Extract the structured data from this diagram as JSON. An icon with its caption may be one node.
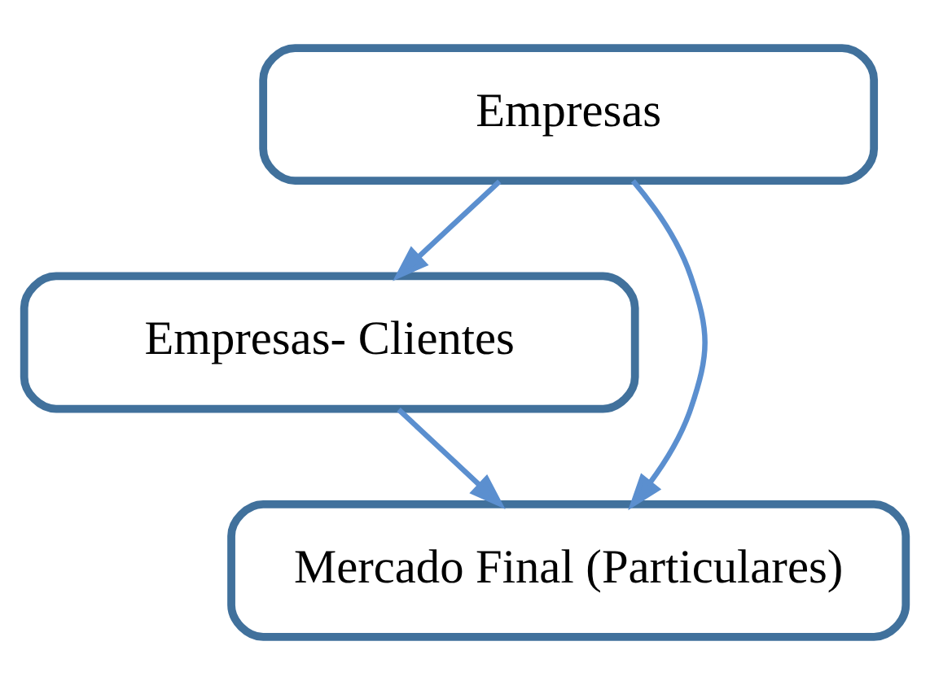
{
  "diagram": {
    "nodes": [
      {
        "text": [
          "Empresas"
        ]
      },
      {
        "text": [
          "Empresas- Clientes"
        ]
      },
      {
        "text": [
          "Mercado Final (Particulares)"
        ]
      }
    ],
    "edges": [
      {
        "from": 0,
        "to": 1,
        "arrow": "to"
      },
      {
        "from": 1,
        "to": 2,
        "arrow": "to"
      },
      {
        "from": 0,
        "to": 2,
        "arrow": "to"
      }
    ]
  }
}
